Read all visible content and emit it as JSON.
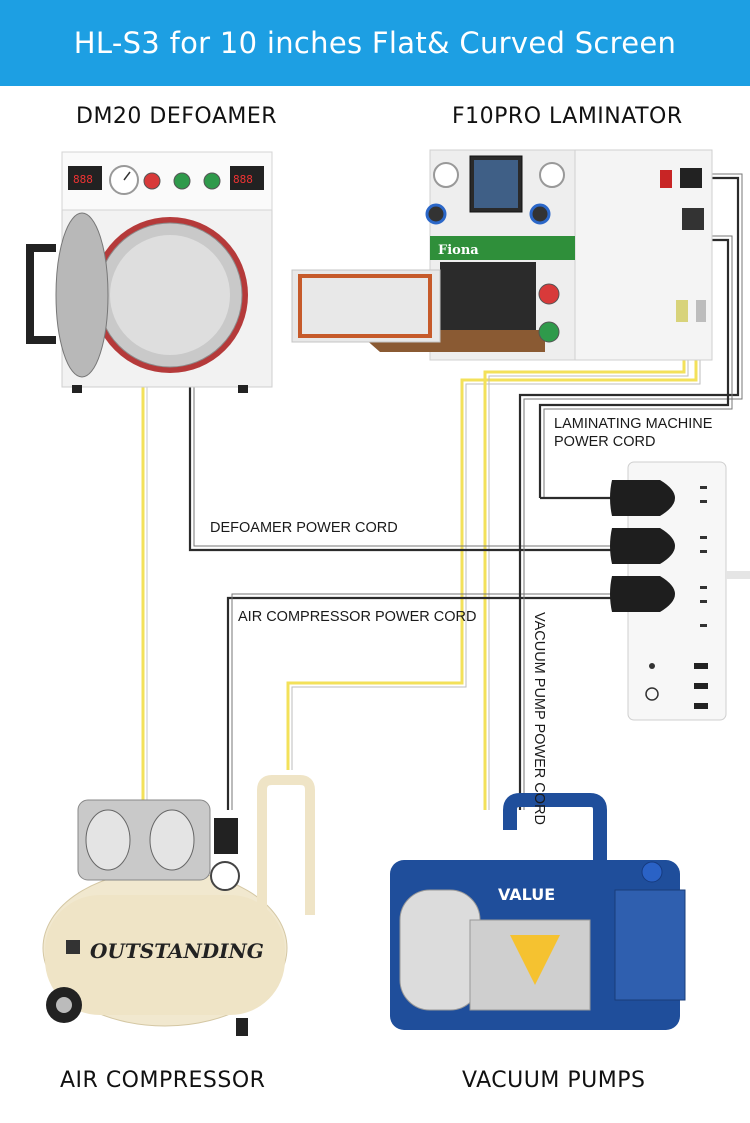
{
  "header": {
    "title": "HL-S3 for 10 inches Flat& Curved Screen"
  },
  "devices": {
    "defoamer": "DM20 DEFOAMER",
    "laminator": "F10PRO LAMINATOR",
    "compressor": "AIR COMPRESSOR",
    "vacuum": "VACUUM PUMPS"
  },
  "cords": {
    "laminator": [
      "LAMINATING MACHINE",
      "POWER CORD"
    ],
    "defoamer": "DEFOAMER POWER CORD",
    "compressor": "AIR COMPRESSOR POWER CORD",
    "vacuum": "VACUUM PUMP POWER CORD"
  },
  "branding": {
    "laminator_panel": "Fiona",
    "compressor_brand": "OUTSTANDING",
    "vacuum_brand": "VALUE"
  },
  "colors": {
    "banner": "#1d9fe3",
    "air_hose": "#f3e15a",
    "power_cord": "#2b2b2b"
  }
}
